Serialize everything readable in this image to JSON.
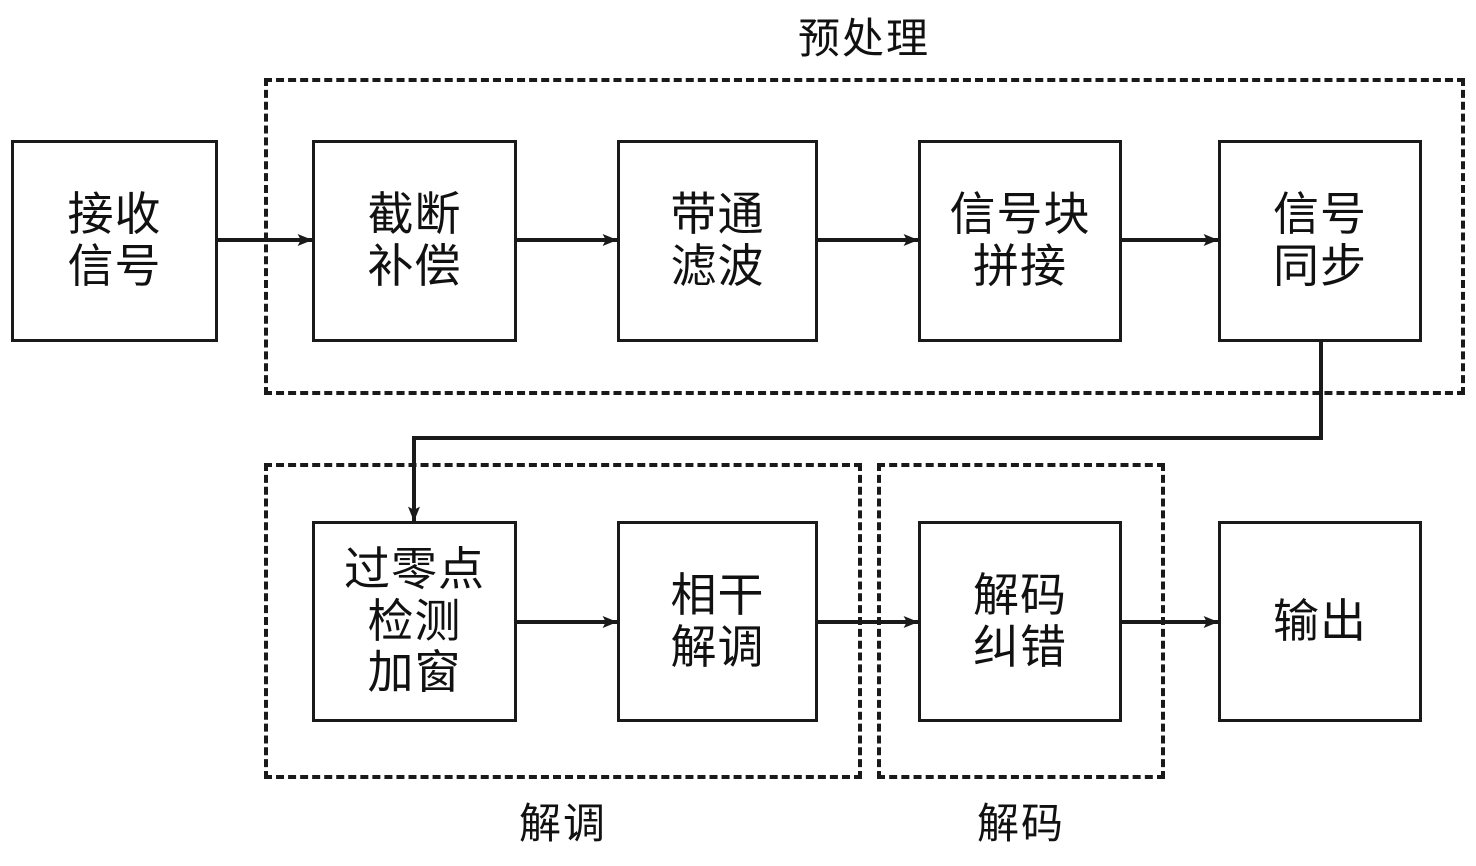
{
  "diagram": {
    "title": "预处理",
    "groups": [
      {
        "id": "preprocess",
        "label": "预处理",
        "label_position": "top"
      },
      {
        "id": "demodulate",
        "label": "解调",
        "label_position": "bottom"
      },
      {
        "id": "decode",
        "label": "解码",
        "label_position": "bottom"
      }
    ],
    "nodes": [
      {
        "id": "received-signal",
        "lines": [
          "接收",
          "信号"
        ]
      },
      {
        "id": "truncation-compensation",
        "lines": [
          "截断",
          "补偿"
        ]
      },
      {
        "id": "bandpass-filter",
        "lines": [
          "带通",
          "滤波"
        ]
      },
      {
        "id": "signal-block-splicing",
        "lines": [
          "信号块",
          "拼接"
        ]
      },
      {
        "id": "signal-synchronization",
        "lines": [
          "信号",
          "同步"
        ]
      },
      {
        "id": "zero-crossing-detection-windowing",
        "lines": [
          "过零点",
          "检测",
          "加窗"
        ]
      },
      {
        "id": "coherent-demodulation",
        "lines": [
          "相干",
          "解调"
        ]
      },
      {
        "id": "decode-error-correction",
        "lines": [
          "解码",
          "纠错"
        ]
      },
      {
        "id": "output",
        "lines": [
          "输出"
        ]
      }
    ],
    "edges": [
      {
        "from": "received-signal",
        "to": "truncation-compensation"
      },
      {
        "from": "truncation-compensation",
        "to": "bandpass-filter"
      },
      {
        "from": "bandpass-filter",
        "to": "signal-block-splicing"
      },
      {
        "from": "signal-block-splicing",
        "to": "signal-synchronization"
      },
      {
        "from": "signal-synchronization",
        "to": "zero-crossing-detection-windowing"
      },
      {
        "from": "zero-crossing-detection-windowing",
        "to": "coherent-demodulation"
      },
      {
        "from": "coherent-demodulation",
        "to": "decode-error-correction"
      },
      {
        "from": "decode-error-correction",
        "to": "output"
      }
    ],
    "colors": {
      "stroke": "#1a1a1a",
      "text": "#111111",
      "background": "#ffffff"
    }
  }
}
